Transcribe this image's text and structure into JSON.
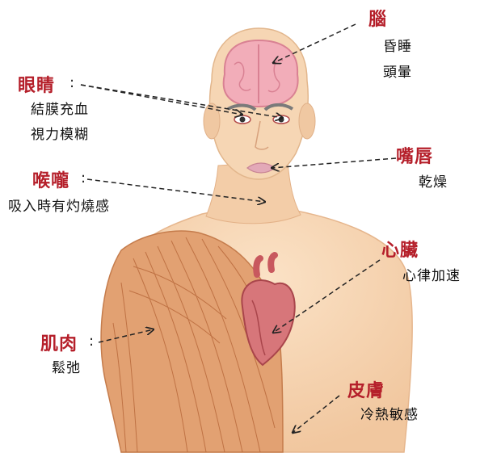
{
  "colors": {
    "title": "#b51f2a",
    "text": "#111111",
    "skin": "#f6d2ae",
    "skin_shadow": "#e8b88f",
    "muscle": "#dc9d6c",
    "brain": "#f1a9b6",
    "heart": "#c8585e"
  },
  "labels": [
    {
      "id": "brain",
      "title": "腦",
      "lines": [
        "昏睡",
        "頭暈"
      ]
    },
    {
      "id": "eyes",
      "title": "眼睛",
      "lines": [
        "結膜充血",
        "視力模糊"
      ]
    },
    {
      "id": "lips",
      "title": "嘴唇",
      "lines": [
        "乾燥"
      ]
    },
    {
      "id": "throat",
      "title": "喉嚨",
      "lines": [
        "吸入時有灼燒感"
      ]
    },
    {
      "id": "heart",
      "title": "心臟",
      "lines": [
        "心律加速"
      ]
    },
    {
      "id": "muscle",
      "title": "肌肉",
      "lines": [
        "鬆弛"
      ]
    },
    {
      "id": "skin",
      "title": "皮膚",
      "lines": [
        "冷熱敏感"
      ]
    }
  ],
  "colon": ":"
}
